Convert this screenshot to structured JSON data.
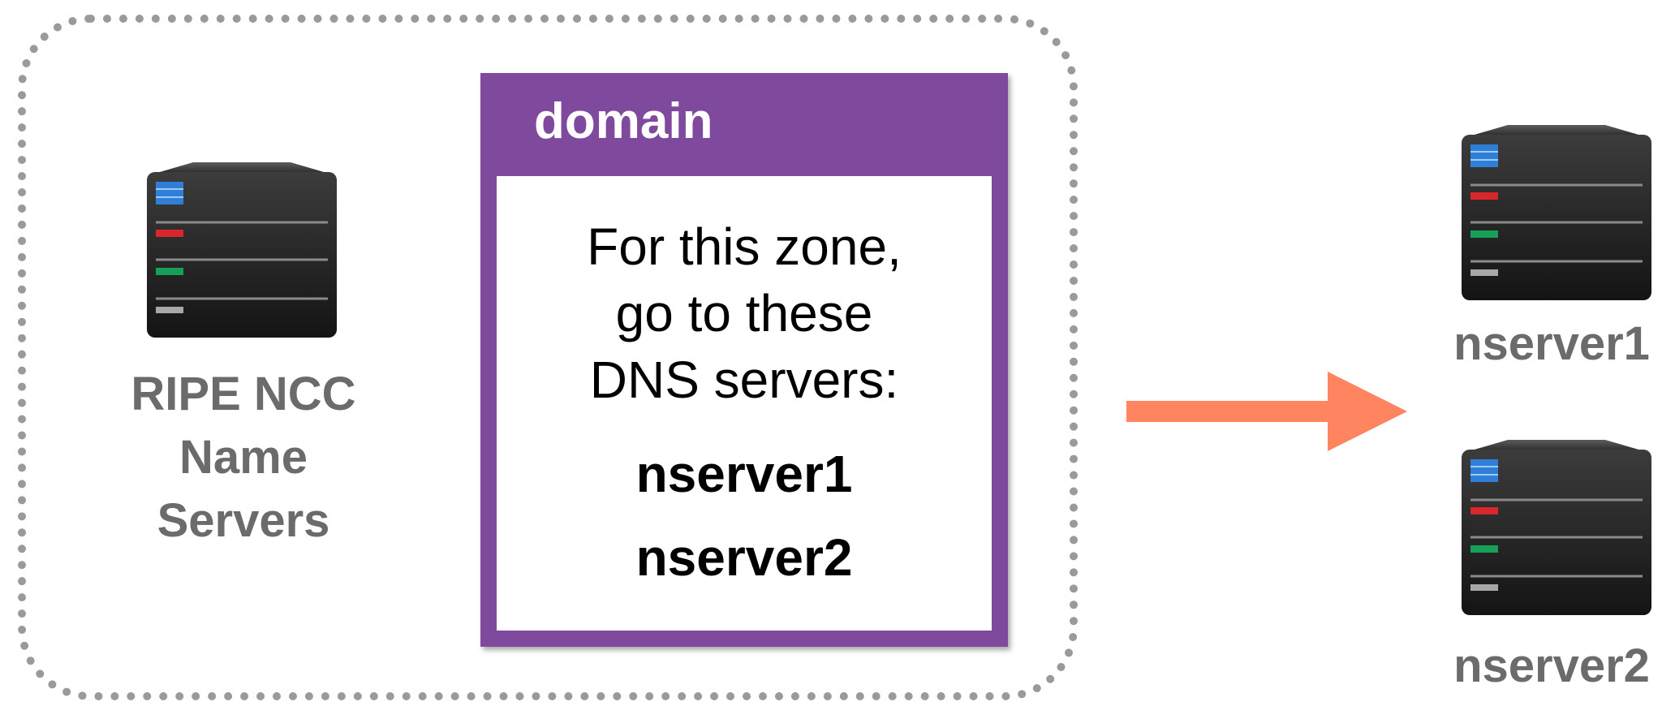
{
  "left_group": {
    "server_label_lines": [
      "RIPE NCC",
      "Name",
      "Servers"
    ]
  },
  "domain_box": {
    "title": "domain",
    "description_lines": [
      "For this zone,",
      "go to these",
      "DNS servers:"
    ],
    "nameservers": [
      "nserver1",
      "nserver2"
    ]
  },
  "right_servers": [
    {
      "label": "nserver1"
    },
    {
      "label": "nserver2"
    }
  ],
  "colors": {
    "domain_box": "#7f4a9e",
    "arrow": "#ff8460",
    "frame": "#9a9a9a",
    "server_label": "#6b6b6b",
    "led_blue": "#2f7fd8",
    "led_red": "#d8262a",
    "led_green": "#17a05a",
    "led_gray": "#a8a8a8"
  },
  "icons": {
    "server": "server-icon",
    "arrow": "arrow-right-icon"
  }
}
